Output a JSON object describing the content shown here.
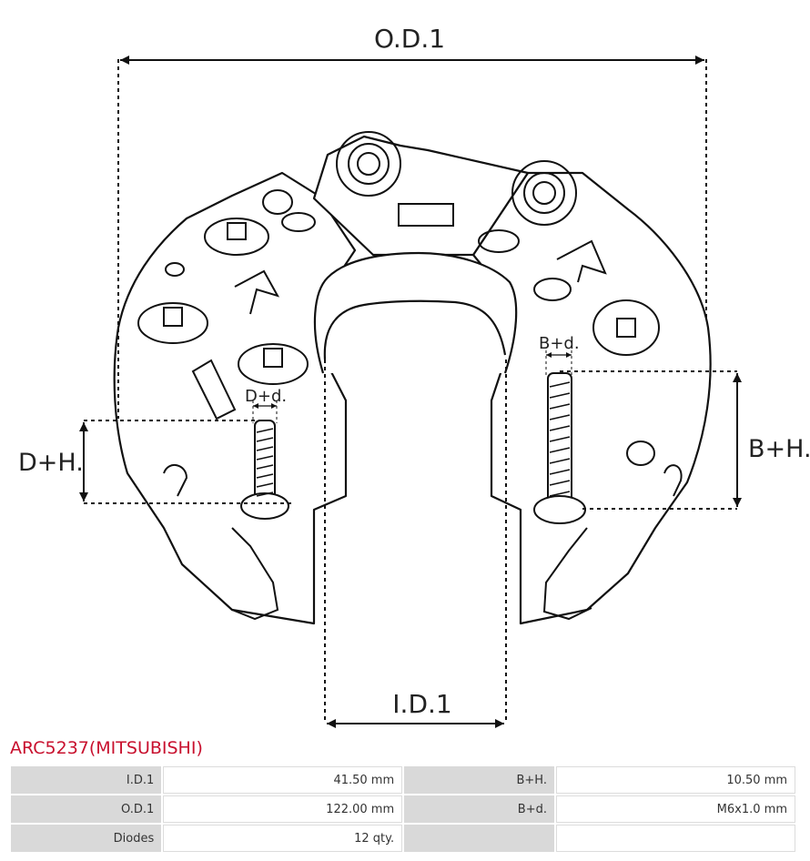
{
  "drawing": {
    "labels": {
      "od1": "O.D.1",
      "id1": "I.D.1",
      "dh": "D+H.",
      "dd": "D+d.",
      "bh": "B+H.",
      "bd": "B+d."
    }
  },
  "product": {
    "title": "ARC5237(MITSUBISHI)"
  },
  "specs": {
    "rows": [
      {
        "label1": "I.D.1",
        "value1": "41.50 mm",
        "label2": "B+H.",
        "value2": "10.50 mm"
      },
      {
        "label1": "O.D.1",
        "value1": "122.00 mm",
        "label2": "B+d.",
        "value2": "M6x1.0 mm"
      },
      {
        "label1": "Diodes",
        "value1": "12 qty.",
        "label2": "",
        "value2": ""
      }
    ]
  }
}
